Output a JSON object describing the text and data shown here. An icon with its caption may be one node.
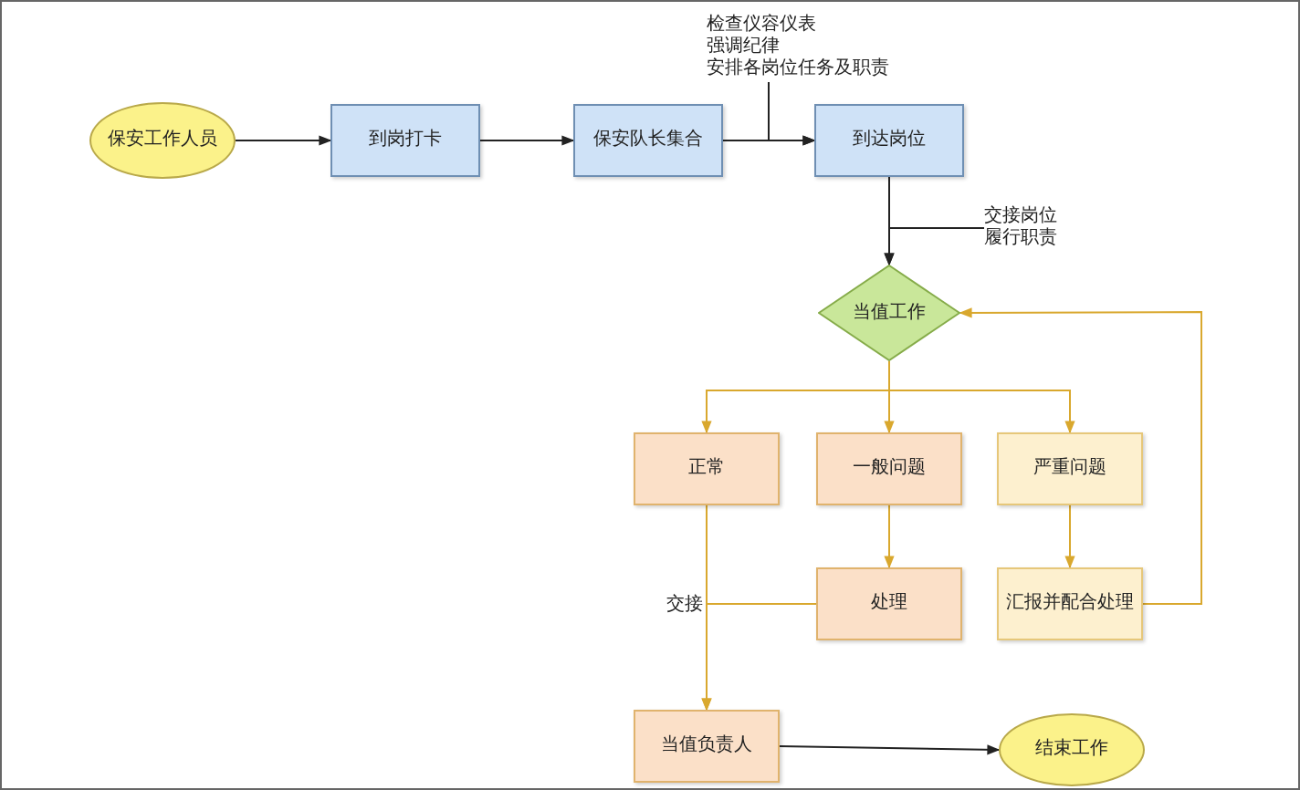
{
  "diagram": {
    "nodes": [
      {
        "text": [
          "保安工作人员"
        ]
      },
      {
        "text": [
          "到岗打卡"
        ]
      },
      {
        "text": [
          "保安队长集合"
        ]
      },
      {
        "text": [
          "到达岗位"
        ]
      },
      {
        "text": [
          "检查仪容仪表",
          "强调纪律",
          "安排各岗位任务及职责"
        ]
      },
      {
        "text": [
          "当值工作"
        ]
      },
      {
        "text": [
          "交接岗位",
          "履行职责"
        ]
      },
      {
        "text": [
          "正常"
        ]
      },
      {
        "text": [
          "一般问题"
        ]
      },
      {
        "text": [
          "严重问题"
        ]
      },
      {
        "text": [
          "处理"
        ]
      },
      {
        "text": [
          "汇报并配合处理"
        ]
      },
      {
        "text": [
          "当值负责人"
        ]
      },
      {
        "text": [
          "结束工作"
        ]
      }
    ],
    "edges": [
      {
        "from": 0,
        "to": 1,
        "arrow": "to",
        "color": "#222222"
      },
      {
        "from": 1,
        "to": 2,
        "arrow": "to",
        "color": "#222222"
      },
      {
        "from": 2,
        "to": 3,
        "arrow": "to",
        "color": "#222222"
      },
      {
        "from": 4,
        "to": 3,
        "arrow": "to",
        "color": "#222222"
      },
      {
        "from": 3,
        "to": 5,
        "arrow": "to",
        "color": "#222222"
      },
      {
        "from": 6,
        "to": 5,
        "arrow": "to",
        "color": "#222222"
      },
      {
        "from": 5,
        "to": 7,
        "arrow": "to"
      },
      {
        "from": 5,
        "to": 8,
        "arrow": "to"
      },
      {
        "from": 5,
        "to": 9,
        "arrow": "to"
      },
      {
        "from": 8,
        "to": 10,
        "arrow": "to"
      },
      {
        "from": 9,
        "to": 11,
        "arrow": "to"
      },
      {
        "from": 11,
        "to": 5,
        "arrow": "to"
      },
      {
        "from": 7,
        "to": 12,
        "arrow": "to"
      },
      {
        "from": 10,
        "to": 12,
        "arrow": "to",
        "label": "交接"
      },
      {
        "from": 12,
        "to": 13,
        "arrow": "to",
        "color": "#222222"
      }
    ]
  }
}
